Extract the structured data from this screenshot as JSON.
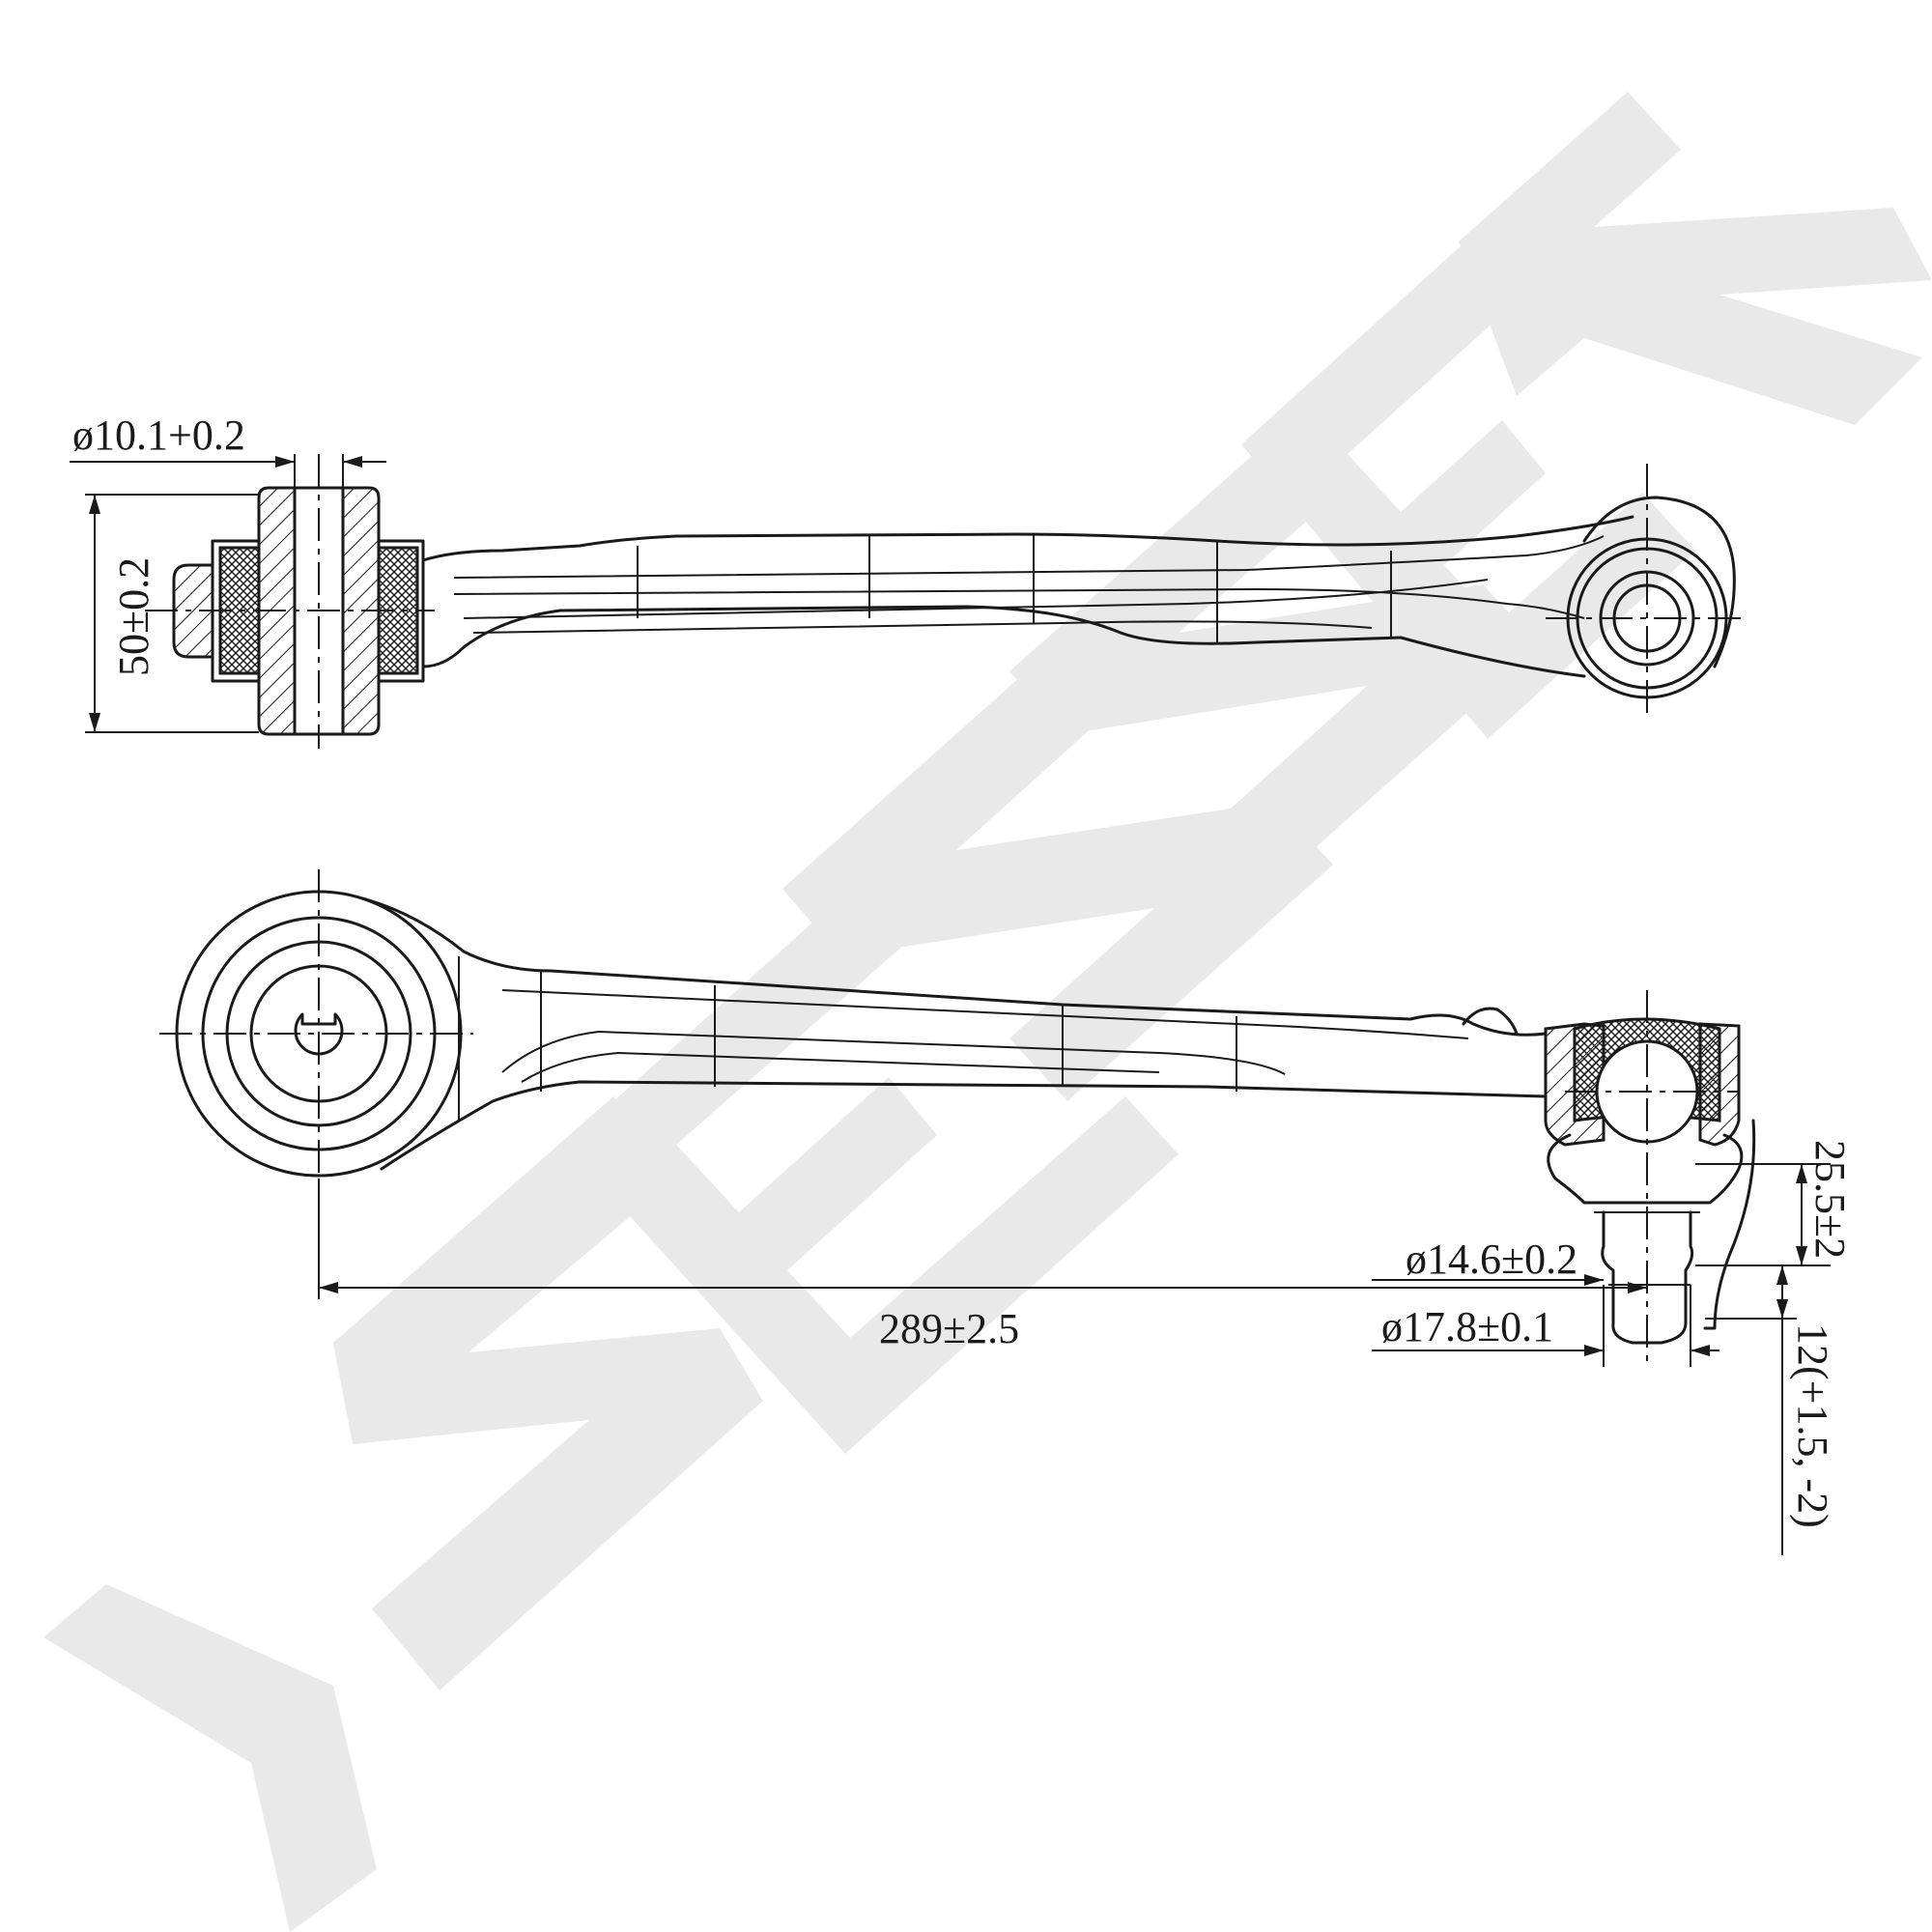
{
  "brand": {
    "watermark": "ZENNEK"
  },
  "dimensions": {
    "bore_diameter": "ø10.1+0.2",
    "bushing_height": "50±0.2",
    "center_distance": "289±2.5",
    "stud_diameter_top": "ø14.6±0.2",
    "stud_diameter_bottom": "ø17.8±0.1",
    "stud_height": "25.5±2",
    "thread_length": "12(+1.5, -2)"
  }
}
